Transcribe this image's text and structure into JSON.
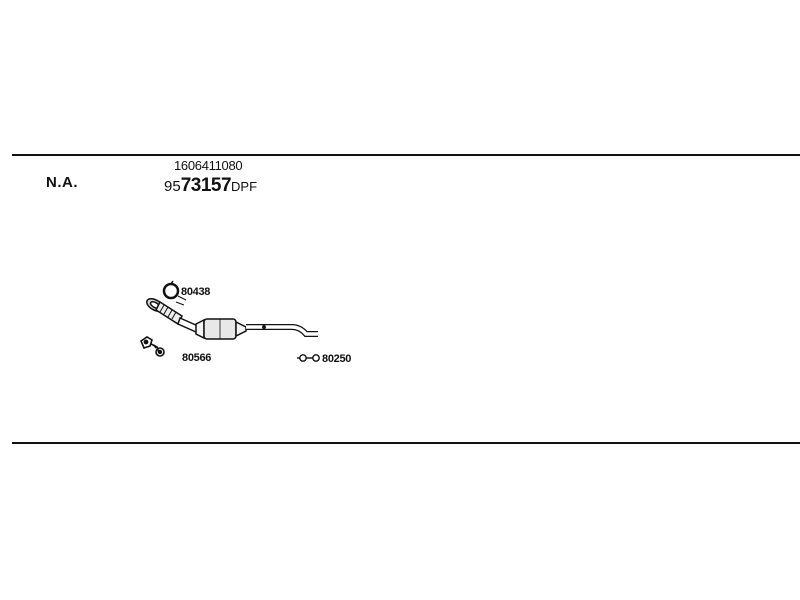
{
  "header": {
    "region": "N.A.",
    "reference_number": "1606411080",
    "part_code_prefix": "95",
    "part_code_main": "73157",
    "part_code_suffix": "DPF"
  },
  "parts": [
    {
      "number": "80438",
      "icon": "clamp-ring-icon"
    },
    {
      "number": "80566",
      "icon": "mounting-bracket-icon"
    },
    {
      "number": "80250",
      "icon": "rubber-hanger-icon"
    }
  ],
  "assembly": {
    "icon": "exhaust-dpf-assembly-icon"
  }
}
